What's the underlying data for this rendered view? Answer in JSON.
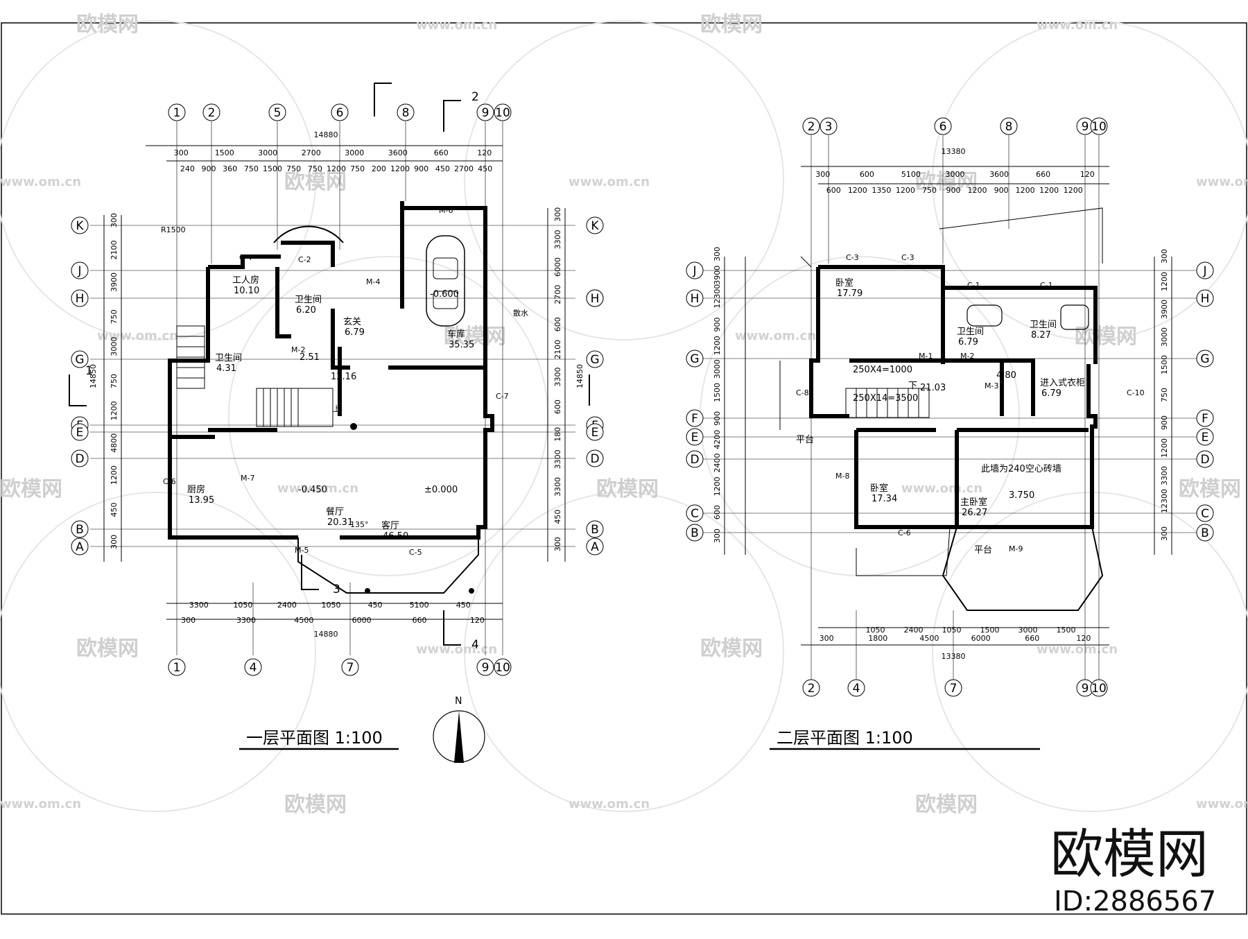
{
  "watermark": {
    "text": "欧模网",
    "url": "www.om.cn"
  },
  "brand": {
    "logo_text": "欧模网",
    "id_text": "ID:2886567"
  },
  "plan1": {
    "title": "一层平面图 1:100",
    "north_label": "N",
    "top_axes": [
      "1",
      "2",
      "5",
      "6",
      "8",
      "9",
      "10"
    ],
    "bottom_axes": [
      "1",
      "4",
      "7",
      "9",
      "10"
    ],
    "row_axes": [
      "K",
      "J",
      "H",
      "G",
      "F",
      "E",
      "D",
      "B",
      "A"
    ],
    "total_width": "14880",
    "total_height": "14850",
    "top_dims_1": [
      "300",
      "1500",
      "3000",
      "2700",
      "3000",
      "3600",
      "660",
      "120"
    ],
    "top_dims_2": [
      "240",
      "900",
      "360",
      "750",
      "1500",
      "750",
      "750",
      "1200",
      "750",
      "200",
      "1200",
      "900",
      "450",
      "2700",
      "450"
    ],
    "bottom_dims_1": [
      "3300",
      "1050",
      "2400",
      "1050",
      "450",
      "5100",
      "450"
    ],
    "bottom_dims_2": [
      "300",
      "3300",
      "4500",
      "6000",
      "660",
      "120"
    ],
    "left_dims": [
      "300",
      "2100",
      "3900",
      "750",
      "3000",
      "750",
      "1200",
      "4800",
      "1200",
      "450",
      "300"
    ],
    "right_dims": [
      "300",
      "3300",
      "6000",
      "2700",
      "600",
      "2100",
      "3300",
      "600",
      "180",
      "3300",
      "3300",
      "450",
      "300"
    ],
    "section_marks": [
      "1",
      "2",
      "3",
      "4"
    ],
    "rooms": [
      {
        "name": "工人房",
        "area": "10.10"
      },
      {
        "name": "卫生间",
        "area": "6.20"
      },
      {
        "name": "玄关",
        "area": "6.79"
      },
      {
        "name": "车库",
        "area": "35.35"
      },
      {
        "name": "卫生间",
        "area": "4.31"
      },
      {
        "name": "",
        "area": "12.16"
      },
      {
        "name": "",
        "area": "2.51"
      },
      {
        "name": "厨房",
        "area": "13.95"
      },
      {
        "name": "餐厅",
        "area": "20.31"
      },
      {
        "name": "客厅",
        "area": "46.50"
      }
    ],
    "levels": [
      "-0.600",
      "-0.450",
      "±0.000"
    ],
    "labels": [
      "散水",
      "M-6",
      "M-4",
      "M-5",
      "M-7",
      "M-2",
      "C-4",
      "C-2",
      "C-6",
      "C-5",
      "C-7",
      "R1500",
      "135°",
      "上"
    ]
  },
  "plan2": {
    "title": "二层平面图 1:100",
    "top_axes": [
      "2",
      "3",
      "6",
      "8",
      "9",
      "10"
    ],
    "bottom_axes": [
      "2",
      "4",
      "7",
      "9",
      "10"
    ],
    "row_axes": [
      "J",
      "H",
      "G",
      "F",
      "E",
      "D",
      "C",
      "B"
    ],
    "total_width": "13380",
    "top_dims_1": [
      "300",
      "600",
      "5100",
      "3000",
      "3600",
      "660",
      "120"
    ],
    "top_dims_2": [
      "600",
      "1200",
      "1350",
      "1200",
      "750",
      "900",
      "1200",
      "900",
      "1200",
      "1200",
      "1200"
    ],
    "bottom_dims_1": [
      "1050",
      "2400",
      "1050",
      "1500",
      "3000",
      "1500"
    ],
    "bottom_dims_2": [
      "300",
      "1800",
      "4500",
      "6000",
      "660",
      "120"
    ],
    "left_dims": [
      "300",
      "3900",
      "12300",
      "900",
      "1200",
      "3000",
      "1500",
      "900",
      "4200",
      "2400",
      "1200",
      "600",
      "300"
    ],
    "right_dims": [
      "300",
      "1200",
      "3900",
      "3000",
      "1500",
      "750",
      "900",
      "1200",
      "3300",
      "12300",
      "300"
    ],
    "rooms": [
      {
        "name": "卧室",
        "area": "17.79"
      },
      {
        "name": "卫生间",
        "area": "6.79"
      },
      {
        "name": "卫生间",
        "area": "8.27"
      },
      {
        "name": "",
        "area": "21.03"
      },
      {
        "name": "",
        "area": "4.80"
      },
      {
        "name": "进入式衣柜",
        "area": "6.79"
      },
      {
        "name": "卧室",
        "area": "17.34"
      },
      {
        "name": "主卧室",
        "area": "26.27"
      }
    ],
    "levels": [
      "3.750"
    ],
    "notes": [
      "此墙为240空心砖墙",
      "平台",
      "平台",
      "250X14=3500",
      "250X4=1000",
      "下"
    ],
    "labels": [
      "C-3",
      "C-3",
      "C-1",
      "C-1",
      "C-8",
      "C-6",
      "C-10",
      "M-1",
      "M-2",
      "M-3",
      "M-8",
      "M-9"
    ]
  }
}
